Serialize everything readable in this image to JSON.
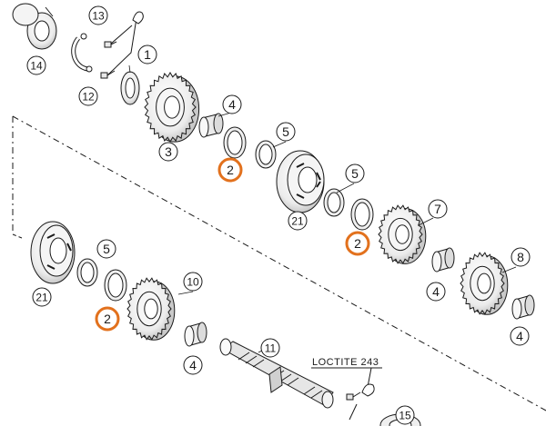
{
  "diagram": {
    "callouts": [
      {
        "id": "c13",
        "label": "13",
        "highlight": false
      },
      {
        "id": "c14",
        "label": "14",
        "highlight": false
      },
      {
        "id": "c12",
        "label": "12",
        "highlight": false
      },
      {
        "id": "c1",
        "label": "1",
        "highlight": false
      },
      {
        "id": "c3",
        "label": "3",
        "highlight": false
      },
      {
        "id": "c4a",
        "label": "4",
        "highlight": false
      },
      {
        "id": "c2a",
        "label": "2",
        "highlight": true
      },
      {
        "id": "c5a",
        "label": "5",
        "highlight": false
      },
      {
        "id": "c21a",
        "label": "21",
        "highlight": false
      },
      {
        "id": "c5b",
        "label": "5",
        "highlight": false
      },
      {
        "id": "c7",
        "label": "7",
        "highlight": false
      },
      {
        "id": "c2b",
        "label": "2",
        "highlight": true
      },
      {
        "id": "c8",
        "label": "8",
        "highlight": false
      },
      {
        "id": "c4b",
        "label": "4",
        "highlight": false
      },
      {
        "id": "c4c",
        "label": "4",
        "highlight": false
      },
      {
        "id": "c5c",
        "label": "5",
        "highlight": false
      },
      {
        "id": "c21b",
        "label": "21",
        "highlight": false
      },
      {
        "id": "c10",
        "label": "10",
        "highlight": false
      },
      {
        "id": "c2c",
        "label": "2",
        "highlight": true
      },
      {
        "id": "c4d",
        "label": "4",
        "highlight": false
      },
      {
        "id": "c11",
        "label": "11",
        "highlight": false
      },
      {
        "id": "c15",
        "label": "15",
        "highlight": false
      }
    ],
    "note": "LOCTITE 243",
    "colors": {
      "line": "#1a1a1a",
      "highlight": "#e2711d",
      "part_fill": "#f2f2f2",
      "part_shade": "#c9c9c9"
    }
  }
}
